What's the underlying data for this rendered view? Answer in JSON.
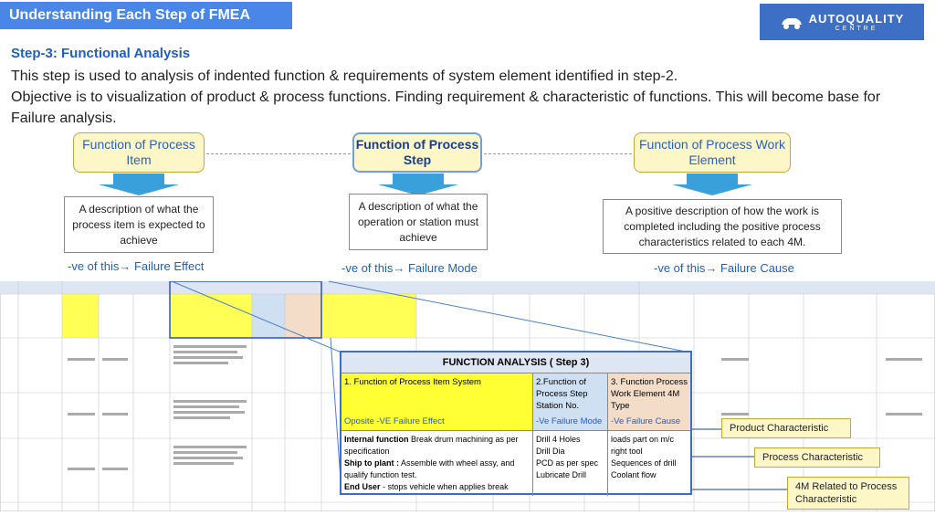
{
  "header": {
    "title": "Understanding Each Step of FMEA"
  },
  "logo": {
    "line1": "AUTOQUALITY",
    "line2": "CENTRE",
    "icon": "car-icon"
  },
  "intro": {
    "step_title": "Step-3: Functional Analysis",
    "line1": "This step is used to analysis of indented function & requirements of system element identified in step-2.",
    "line2": "Objective is to visualization of product & process functions. Finding requirement & characteristic of functions. This will become base for Failure analysis."
  },
  "concepts": [
    {
      "title": "Function of Process Item",
      "description": "A description of what the process item is expected to achieve",
      "negative": "-ve of this→ Failure Effect"
    },
    {
      "title": "Function of Process Step",
      "description": "A description of what the operation or station must achieve",
      "negative": "-ve of this→ Failure Mode"
    },
    {
      "title": "Function of Process Work Element",
      "description": "A positive description of how the work is completed including the positive process characteristics related to each 4M.",
      "negative": "-ve of this→ Failure Cause"
    }
  ],
  "zoom": {
    "header": "FUNCTION ANALYSIS ( Step 3)",
    "columns": [
      {
        "title": "1. Function of Process Item System",
        "footer": "Oposite -VE Failure Effect"
      },
      {
        "title": "2.Function of Process Step Station No.",
        "footer": "-Ve Failure Mode"
      },
      {
        "title": "3. Function Process Work Element 4M Type",
        "footer": "-Ve Failure Cause"
      }
    ],
    "col1_rows": [
      {
        "label": "Internal function",
        "text": " Break drum machining as per specification"
      },
      {
        "label": "Ship to plant :",
        "text": " Assemble with wheel assy, and qualify function test."
      },
      {
        "label": "End User",
        "text": " - stops vehicle when applies break"
      }
    ],
    "col2_rows": [
      "Drill 4 Holes",
      "Drill Dia",
      "PCD as per spec",
      "Lubricate Drill"
    ],
    "col3_rows": [
      "loads part on m/c",
      "right tool",
      "Sequences of drill",
      "Coolant flow"
    ]
  },
  "callouts": {
    "product": "Product Characteristic",
    "process": "Process Characteristic",
    "fourm": "4M Related to Process Characteristic"
  },
  "colors": {
    "accent": "#4a86e8",
    "highlight": "#ffff33",
    "callout": "#fdf7c8"
  }
}
